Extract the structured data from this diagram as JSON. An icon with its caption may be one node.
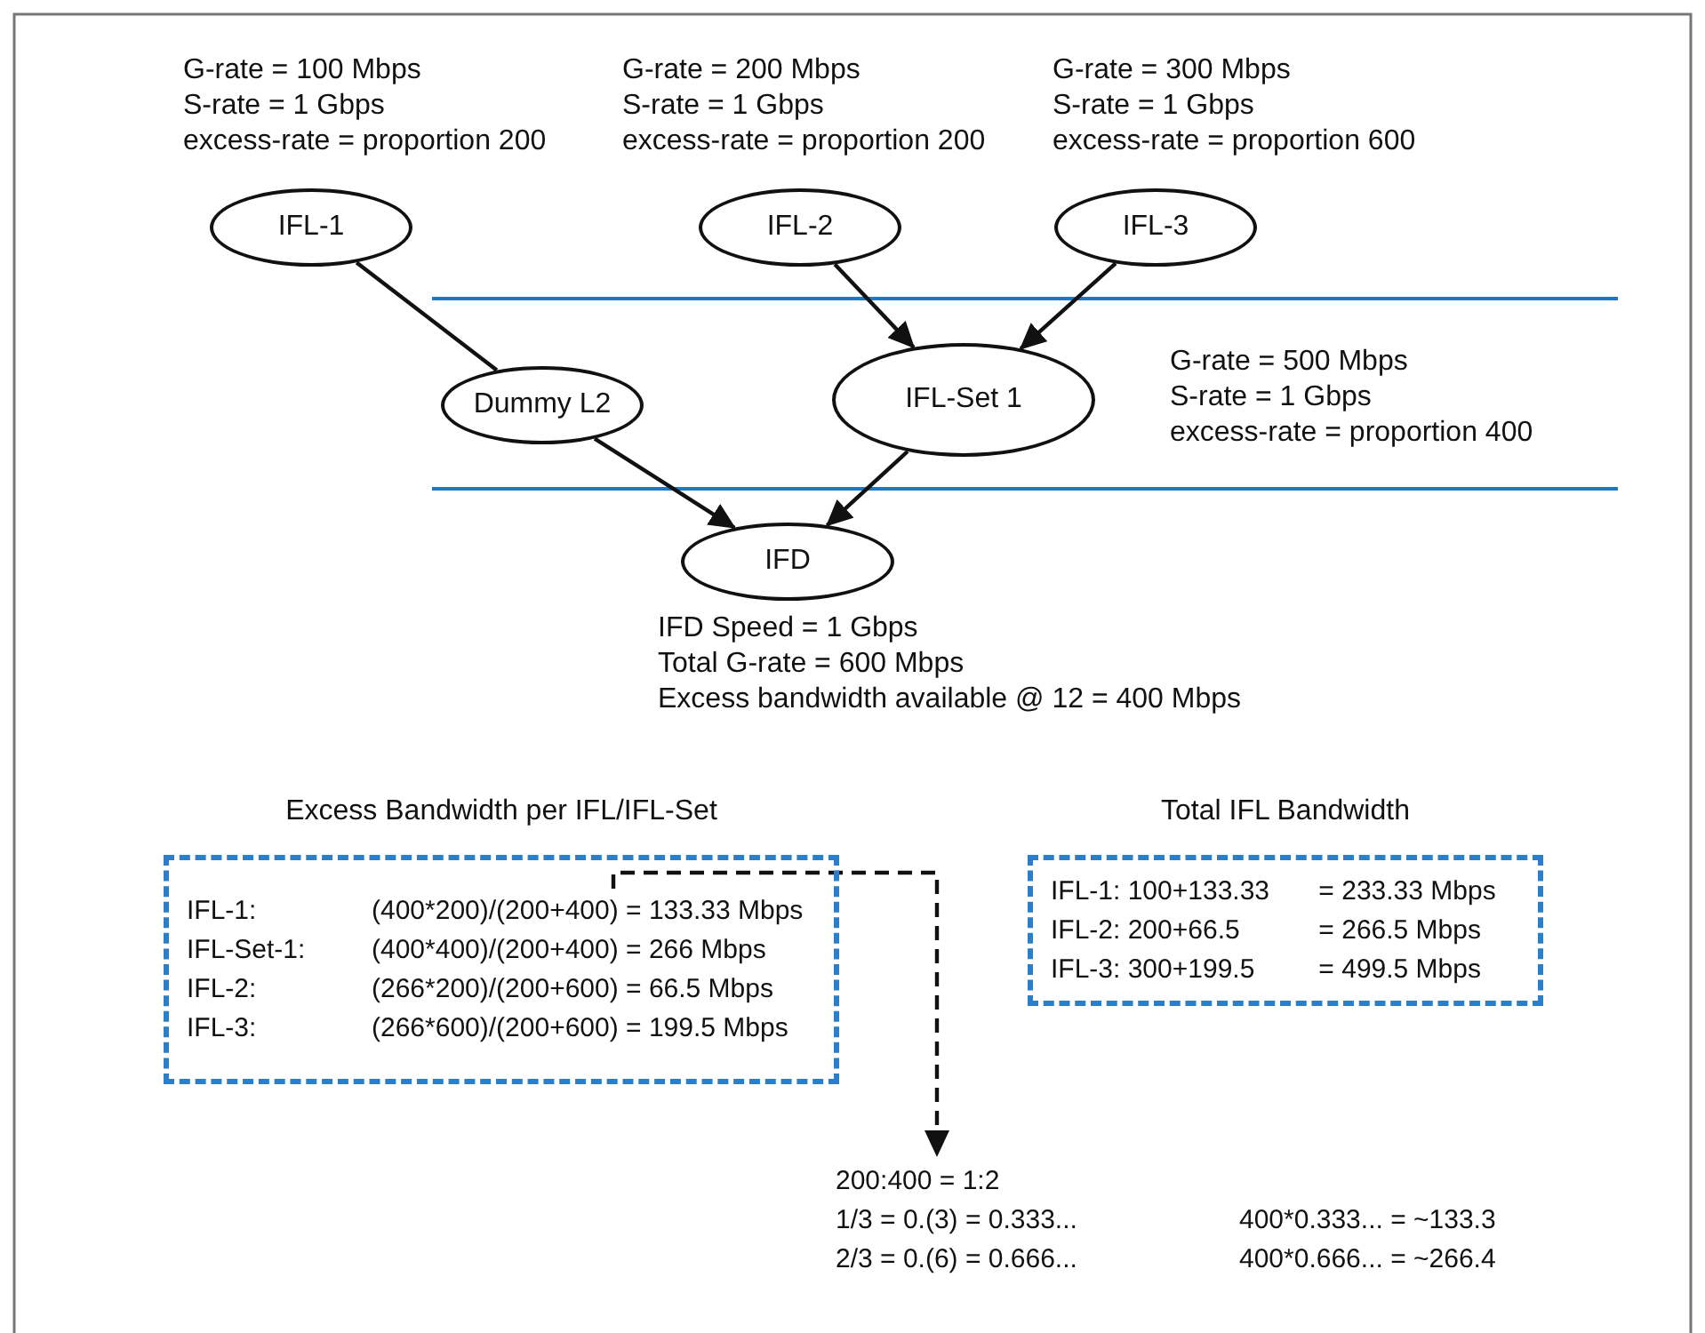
{
  "diagram": {
    "nodes": [
      {
        "text": [
          "IFL-1"
        ],
        "beside": [
          "G-rate = 100 Mbps",
          "S-rate = 1 Gbps",
          "excess-rate = proportion 200"
        ]
      },
      {
        "text": [
          "IFL-2"
        ],
        "beside": [
          "G-rate = 200 Mbps",
          "S-rate = 1 Gbps",
          "excess-rate = proportion 200"
        ]
      },
      {
        "text": [
          "IFL-3"
        ],
        "beside": [
          "G-rate = 300 Mbps",
          "S-rate = 1 Gbps",
          "excess-rate = proportion 600"
        ]
      },
      {
        "text": [
          "Dummy L2"
        ]
      },
      {
        "text": [
          "IFL-Set 1"
        ],
        "beside": [
          "G-rate = 500 Mbps",
          "S-rate = 1 Gbps",
          "excess-rate = proportion 400"
        ]
      },
      {
        "text": [
          "IFD"
        ],
        "beside": [
          "IFD Speed = 1 Gbps",
          "Total G-rate = 600 Mbps",
          "Excess bandwidth available @ 12 = 400 Mbps"
        ]
      },
      {
        "text": [
          "Excess Bandwidth per IFL/IFL-Set",
          "IFL-1:",
          "(400*200)/(200+400) = 133.33 Mbps",
          "IFL-Set-1:",
          "(400*400)/(200+400) = 266 Mbps",
          "IFL-2:",
          "(266*200)/(200+600) = 66.5 Mbps",
          "IFL-3:",
          "(266*600)/(200+600) = 199.5 Mbps"
        ]
      },
      {
        "text": [
          "Total IFL Bandwidth",
          "IFL-1: 100+133.33",
          "= 233.33 Mbps",
          "IFL-2: 200+66.5",
          "= 266.5 Mbps",
          "IFL-3: 300+199.5",
          "= 499.5 Mbps"
        ]
      },
      {
        "text": [
          "200:400 = 1:2",
          "1/3 = 0.(3) = 0.333...",
          "400*0.333... = ~133.3",
          "2/3 = 0.(6) = 0.666...",
          "400*0.666... = ~266.4"
        ]
      }
    ],
    "edges": [
      {
        "from": 0,
        "to": 3,
        "arrow": "none"
      },
      {
        "from": 1,
        "to": 4,
        "arrow": "to"
      },
      {
        "from": 2,
        "to": 4,
        "arrow": "to"
      },
      {
        "from": 3,
        "to": 5,
        "arrow": "to"
      },
      {
        "from": 4,
        "to": 5,
        "arrow": "to"
      },
      {
        "from": 6,
        "to": 8,
        "arrow": "to",
        "style": "dashed"
      }
    ]
  }
}
